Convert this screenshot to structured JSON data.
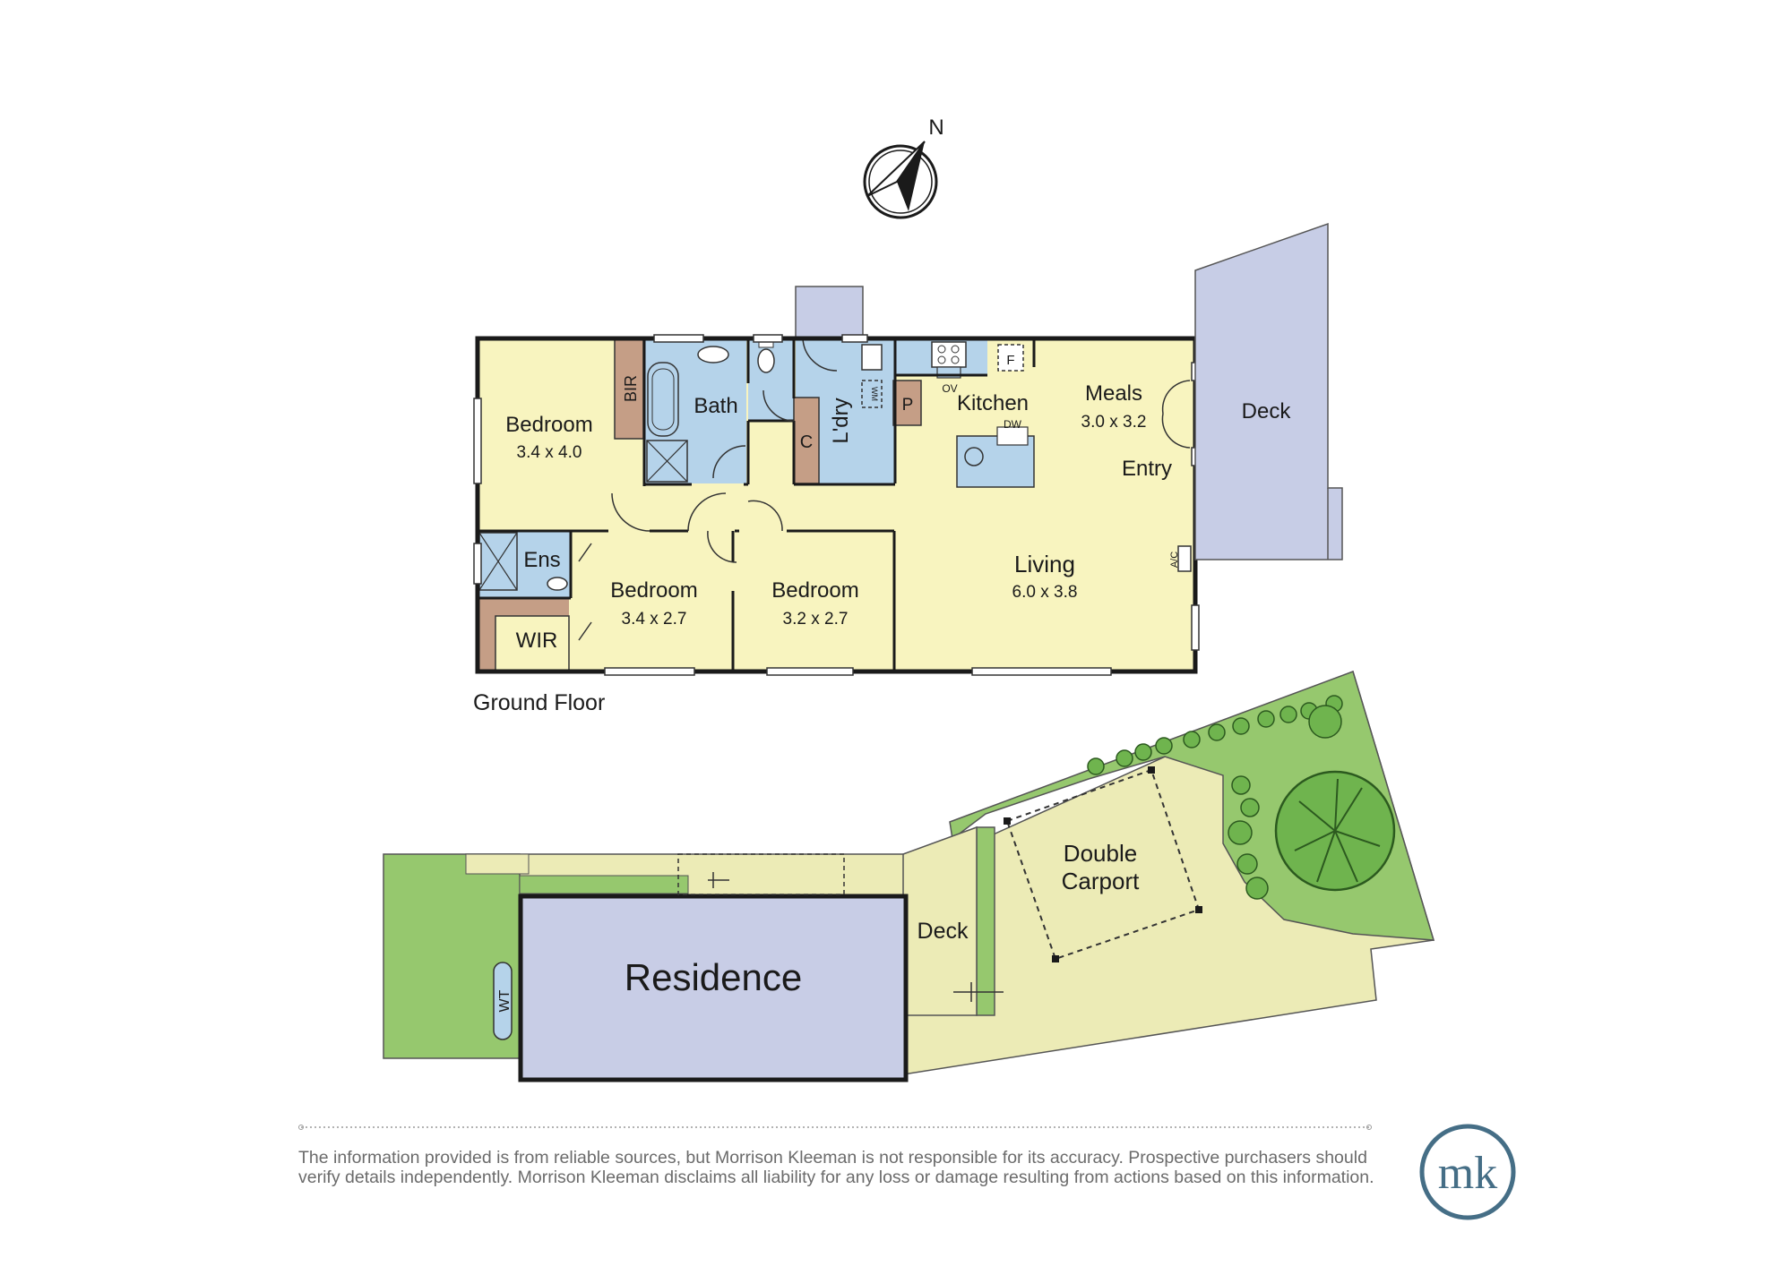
{
  "colors": {
    "living": "#f8f4bf",
    "wet_area": "#b5d3ea",
    "joinery": "#c59e86",
    "deck": "#c7cde6",
    "lawn": "#96c86e",
    "paving": "#ecebb6",
    "residence": "#c8cde6",
    "brand": "#456e86"
  },
  "compass": {
    "north_label": "N",
    "icon": "north-arrow-icon"
  },
  "ground_floor": {
    "caption": "Ground Floor",
    "rooms": {
      "bedroom_main": {
        "name": "Bedroom",
        "size": "3.4 x 4.0"
      },
      "bir": {
        "name": "BIR"
      },
      "bath": {
        "name": "Bath"
      },
      "cupboard": {
        "name": "C"
      },
      "laundry": {
        "name": "L'dry"
      },
      "pantry": {
        "name": "P"
      },
      "kitchen": {
        "name": "Kitchen"
      },
      "oven": {
        "name": "OV"
      },
      "dishwasher": {
        "name": "DW"
      },
      "fridge": {
        "name": "F"
      },
      "washing_machine": {
        "name": "WM"
      },
      "meals": {
        "name": "Meals",
        "size": "3.0 x 3.2"
      },
      "entry": {
        "name": "Entry"
      },
      "deck": {
        "name": "Deck"
      },
      "ensuite": {
        "name": "Ens"
      },
      "wir": {
        "name": "WIR"
      },
      "bedroom_2": {
        "name": "Bedroom",
        "size": "3.4 x 2.7"
      },
      "bedroom_3": {
        "name": "Bedroom",
        "size": "3.2 x 2.7"
      },
      "living": {
        "name": "Living",
        "size": "6.0 x 3.8"
      },
      "aircon": {
        "name": "A/C"
      }
    }
  },
  "site_plan": {
    "residence": "Residence",
    "deck": "Deck",
    "carport_line1": "Double",
    "carport_line2": "Carport",
    "water_tank": "WT"
  },
  "disclaimer": {
    "line1": "The information provided is from reliable sources, but Morrison Kleeman is not responsible for its accuracy. Prospective purchasers should",
    "line2": "verify details independently. Morrison Kleeman disclaims all liability for any loss or damage resulting from actions based on this information."
  },
  "brand_logo": {
    "text": "mk"
  }
}
